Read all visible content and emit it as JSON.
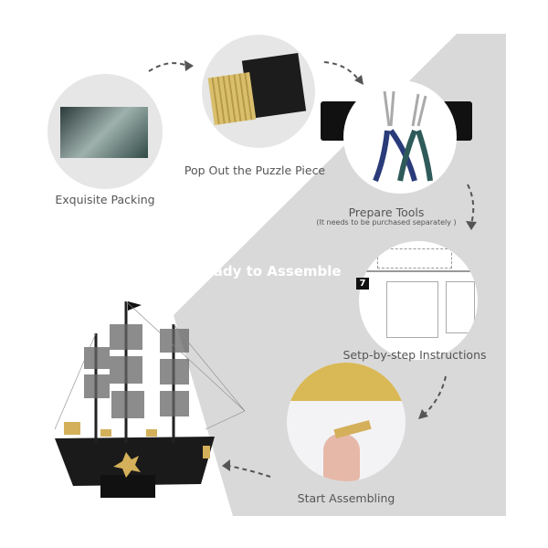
{
  "steps": [
    {
      "label": "Exquisite Packing"
    },
    {
      "label": "Pop Out the Puzzle Piece"
    },
    {
      "label": "Prepare Tools",
      "note": "(It needs to be purchased separately )"
    },
    {
      "label": "Setp-by-step Instructions",
      "badge": "7"
    },
    {
      "label": "Start Assembling"
    }
  ],
  "banner": "Ready to Assemble",
  "colors": {
    "panel": "#d9d9d9",
    "circle": "#ebebeb",
    "label": "#555555",
    "gold": "#d4b05a"
  }
}
